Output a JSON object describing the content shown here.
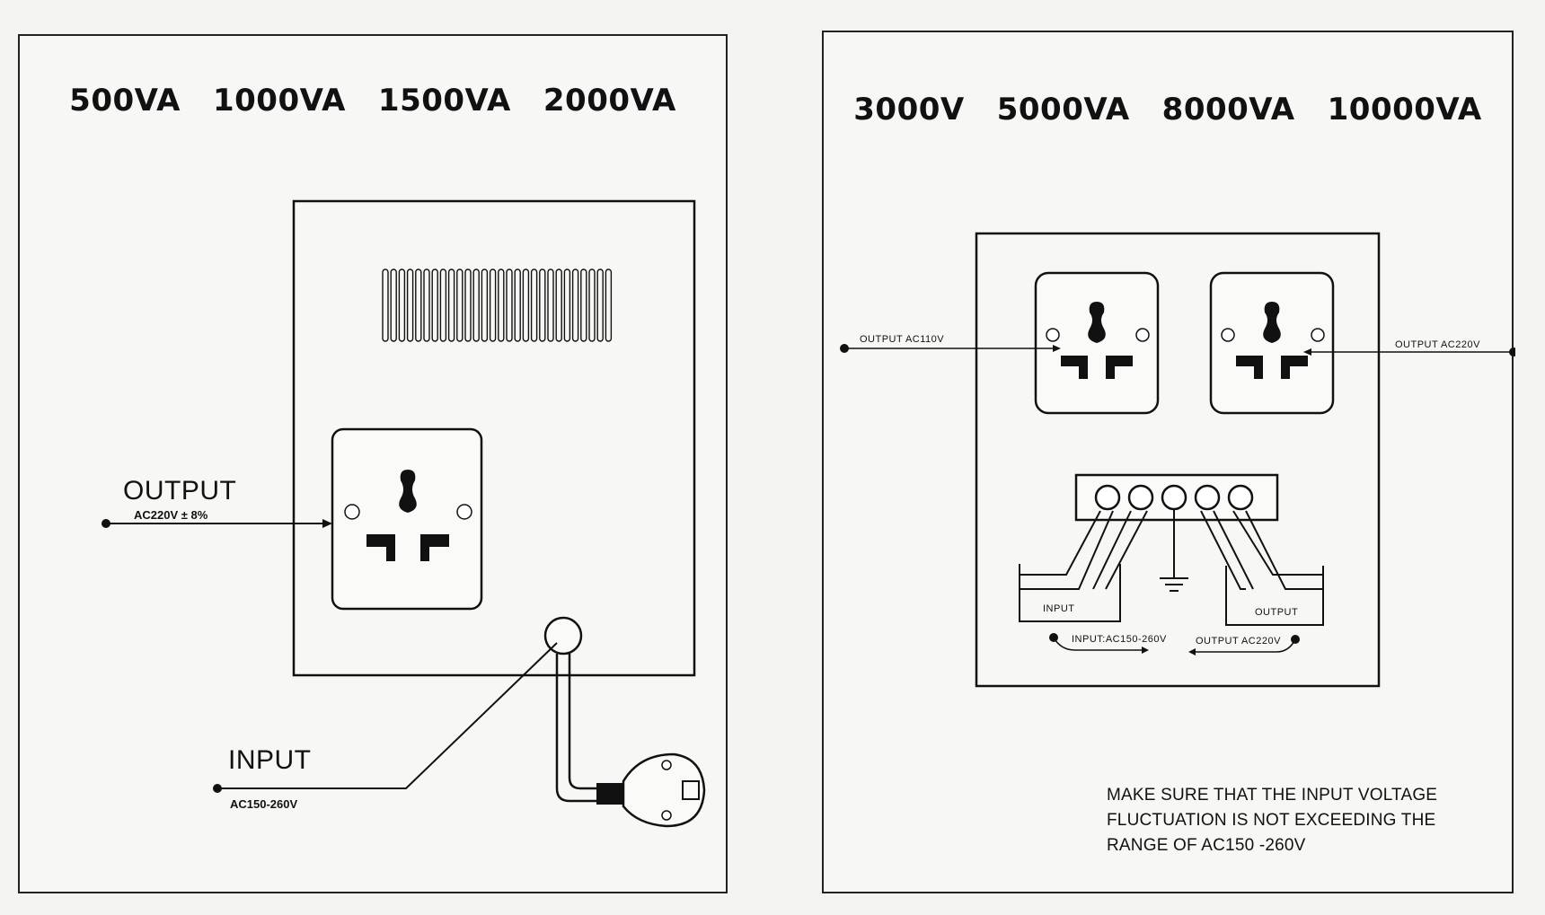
{
  "left_panel": {
    "models": [
      "500VA",
      "1000VA",
      "1500VA",
      "2000VA"
    ],
    "output_label": "OUTPUT",
    "output_spec": "AC220V ± 8%",
    "input_label": "INPUT",
    "input_spec": "AC150-260V"
  },
  "right_panel": {
    "models": [
      "3000V",
      "5000VA",
      "8000VA",
      "10000VA"
    ],
    "output_110_label": "OUTPUT AC110V",
    "output_220_label": "OUTPUT AC220V",
    "terminal_input_label": "INPUT",
    "terminal_output_label": "OUTPUT",
    "input_range_label": "INPUT:AC150-260V",
    "output_range_label": "OUTPUT AC220V",
    "note_lines": [
      "MAKE SURE THAT THE INPUT VOLTAGE",
      "FLUCTUATION IS NOT EXCEEDING THE",
      "RANGE OF AC150 -260V"
    ]
  }
}
